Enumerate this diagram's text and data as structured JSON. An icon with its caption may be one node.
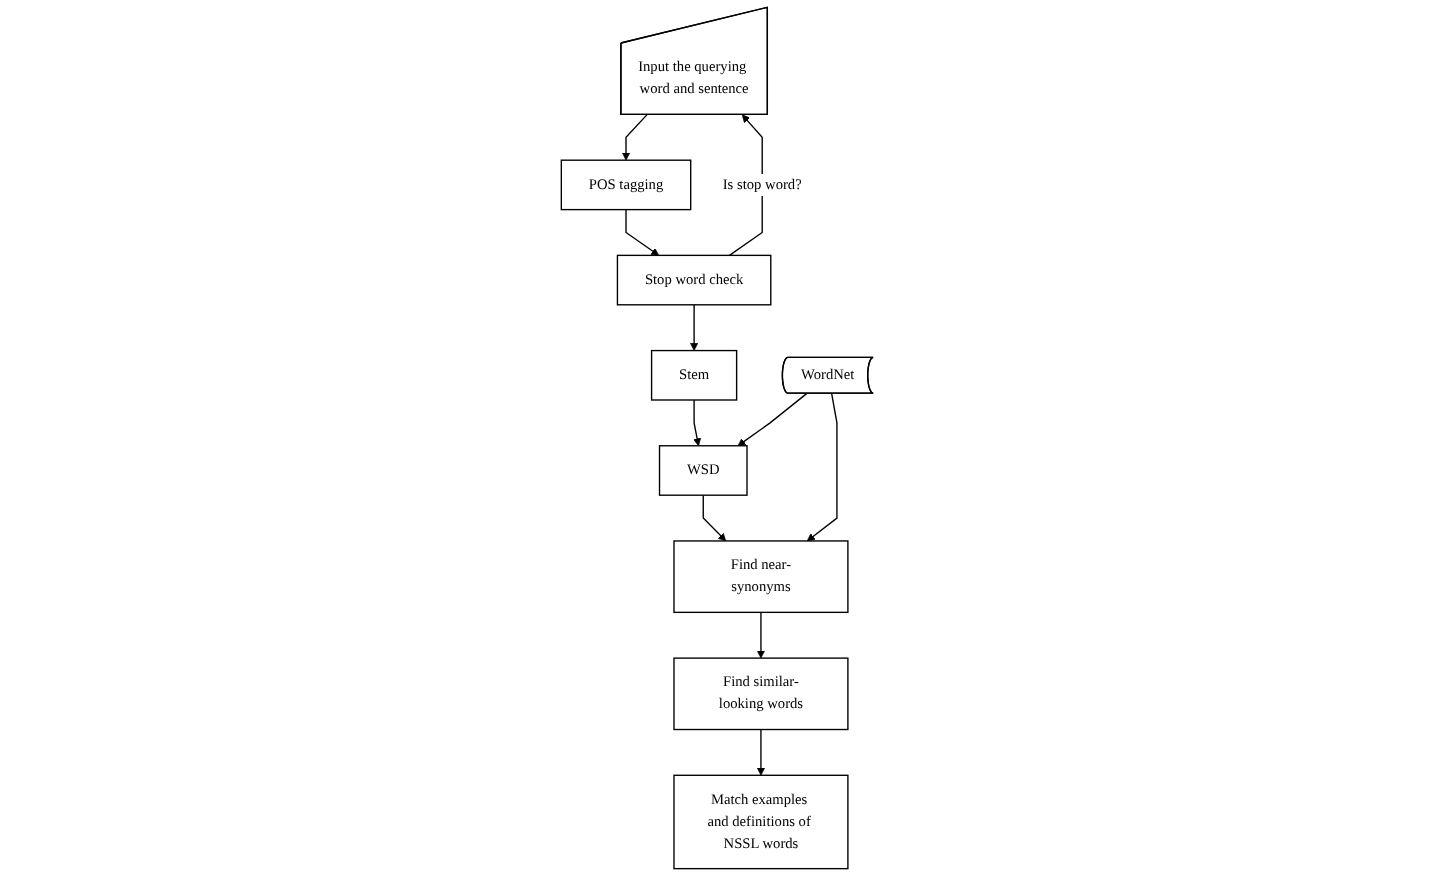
{
  "diagram": {
    "nodes": [
      {
        "text": [
          "Input the querying word and sentence"
        ]
      },
      {
        "text": [
          "POS tagging"
        ]
      },
      {
        "text": [
          "Stop word check"
        ]
      },
      {
        "text": [
          "Stem"
        ]
      },
      {
        "text": [
          "WSD"
        ]
      },
      {
        "text": [
          "Find near-synonyms"
        ]
      },
      {
        "text": [
          "Find similar-looking words"
        ]
      },
      {
        "text": [
          "Match examples and definitions of NSSL words"
        ]
      },
      {
        "text": [
          "WordNet"
        ]
      }
    ],
    "edges": [
      {
        "from": 0,
        "to": 1,
        "arrow": "to"
      },
      {
        "from": 1,
        "to": 2,
        "arrow": "to"
      },
      {
        "from": 2,
        "to": 3,
        "arrow": "to"
      },
      {
        "from": 2,
        "to": 0,
        "arrow": "to",
        "label": "Is stop word?"
      },
      {
        "from": 3,
        "to": 4,
        "arrow": "to"
      },
      {
        "from": 4,
        "to": 5,
        "arrow": "to"
      },
      {
        "from": 5,
        "to": 6,
        "arrow": "to"
      },
      {
        "from": 6,
        "to": 7,
        "arrow": "to"
      },
      {
        "from": 8,
        "to": 4,
        "arrow": "to"
      },
      {
        "from": 8,
        "to": 5,
        "arrow": "to"
      }
    ]
  }
}
